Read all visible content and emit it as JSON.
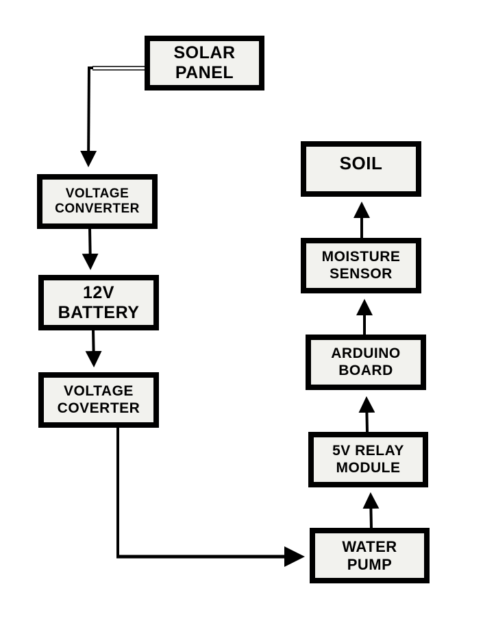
{
  "diagram": {
    "nodes": {
      "solar_panel": {
        "lines": [
          "SOLAR",
          "PANEL"
        ]
      },
      "voltage_converter_1": {
        "lines": [
          "VOLTAGE",
          "CONVERTER"
        ]
      },
      "battery": {
        "lines": [
          "12V",
          "BATTERY"
        ]
      },
      "voltage_converter_2": {
        "lines": [
          "VOLTAGE",
          "COVERTER"
        ]
      },
      "water_pump": {
        "lines": [
          "WATER",
          "PUMP"
        ]
      },
      "relay_module": {
        "lines": [
          "5V RELAY",
          "MODULE"
        ]
      },
      "arduino_board": {
        "lines": [
          "ARDUINO",
          "BOARD"
        ]
      },
      "moisture_sensor": {
        "lines": [
          "MOISTURE",
          "SENSOR"
        ]
      },
      "soil": {
        "lines": [
          "SOIL"
        ]
      }
    },
    "edges": [
      {
        "from": "solar_panel",
        "to": "voltage_converter_1"
      },
      {
        "from": "voltage_converter_1",
        "to": "battery"
      },
      {
        "from": "battery",
        "to": "voltage_converter_2"
      },
      {
        "from": "voltage_converter_2",
        "to": "water_pump"
      },
      {
        "from": "water_pump",
        "to": "relay_module"
      },
      {
        "from": "relay_module",
        "to": "arduino_board"
      },
      {
        "from": "arduino_board",
        "to": "moisture_sensor"
      },
      {
        "from": "moisture_sensor",
        "to": "soil"
      }
    ],
    "colors": {
      "border": "#000000",
      "fill": "#f2f2ee",
      "line": "#000000"
    }
  }
}
